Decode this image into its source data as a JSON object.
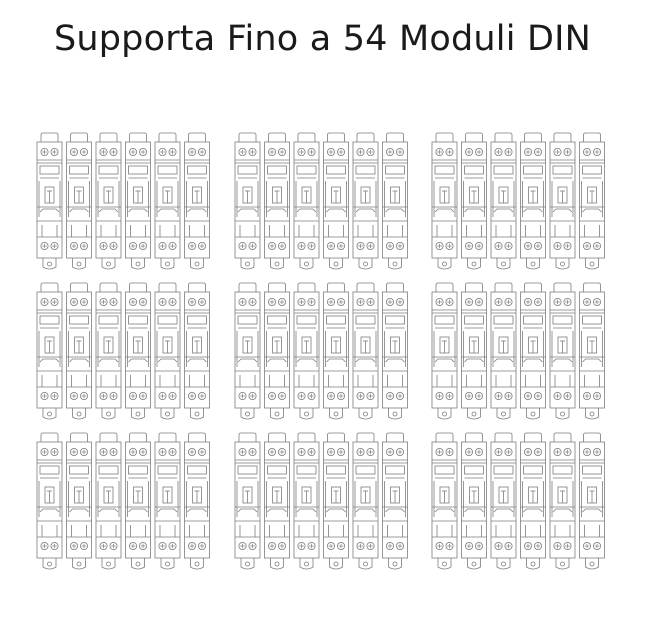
{
  "header": {
    "title": "Supporta Fino a 54 Moduli DIN"
  },
  "layout_info": {
    "rows": 3,
    "groups_per_row": 3,
    "modules_per_group": 6,
    "total_modules": 54
  },
  "colors": {
    "line": "#7d7d7d",
    "fill": "#ffffff",
    "title": "#1a1a1a"
  },
  "icon": "din-rail-circuit-breaker-icon"
}
